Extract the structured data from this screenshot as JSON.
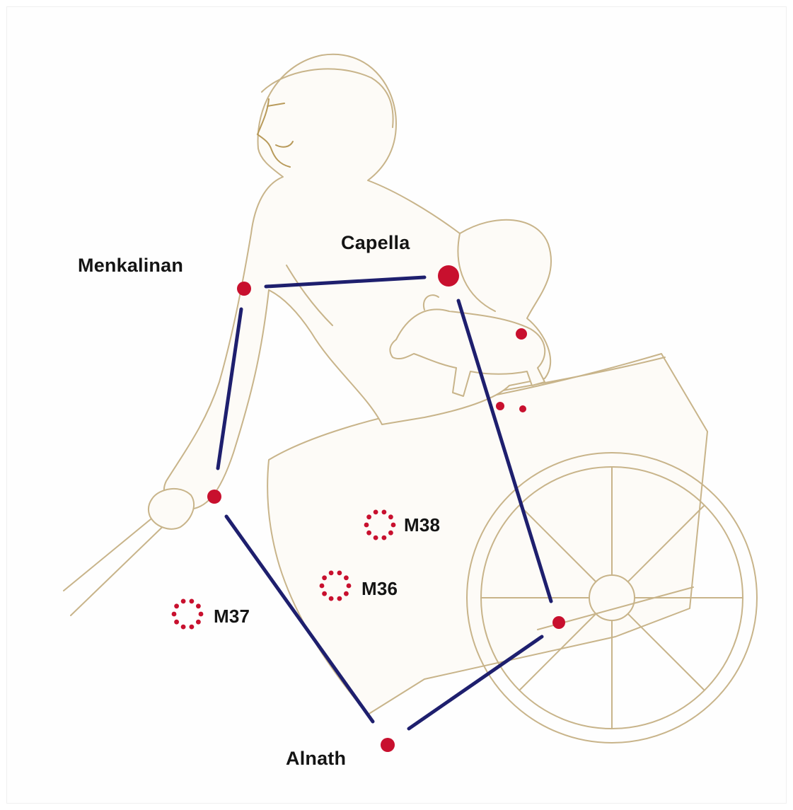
{
  "stars": {
    "capella": "Capella",
    "menkalinan": "Menkalinan",
    "alnath": "Alnath"
  },
  "clusters": {
    "m38": "M38",
    "m36": "M36",
    "m37": "M37"
  },
  "colors": {
    "star": "#c8102e",
    "line": "#1e1f6e",
    "figure_outline": "#c8b48a",
    "label": "#141414"
  }
}
